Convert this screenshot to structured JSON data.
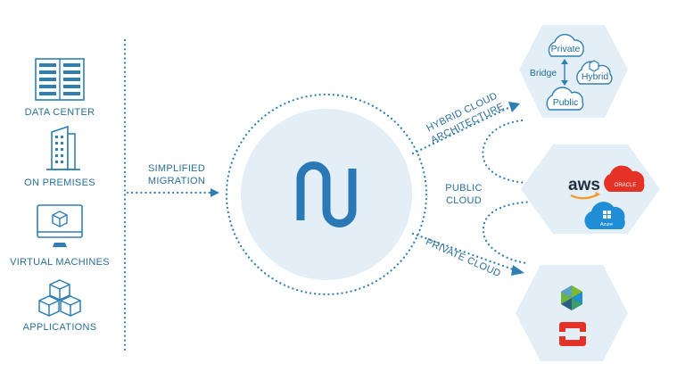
{
  "sources": [
    {
      "label": "DATA CENTER",
      "icon": "server-rack-icon"
    },
    {
      "label": "ON PREMISES",
      "icon": "building-icon"
    },
    {
      "label": "VIRTUAL MACHINES",
      "icon": "monitor-cube-icon"
    },
    {
      "label": "APPLICATIONS",
      "icon": "cubes-icon"
    }
  ],
  "migration_label": [
    "SIMPLIFIED",
    "MIGRATION"
  ],
  "routes": {
    "hybrid": [
      "HYBRID CLOUD",
      "ARCHITECTURE"
    ],
    "public": [
      "PUBLIC",
      "CLOUD"
    ],
    "private": "PRIVATE CLOUD"
  },
  "hybrid_hex": {
    "private": "Private",
    "bridge": "Bridge",
    "hybrid": "Hybrid",
    "public": "Public"
  },
  "public_hex": {
    "aws": "aws",
    "oracle": "ORACLE",
    "azure": "Azure"
  },
  "colors": {
    "primary": "#2f7fb3",
    "hex_fill": "#e3eef6",
    "hub_fill": "#e3eef6",
    "logo": "#2b78b6"
  }
}
